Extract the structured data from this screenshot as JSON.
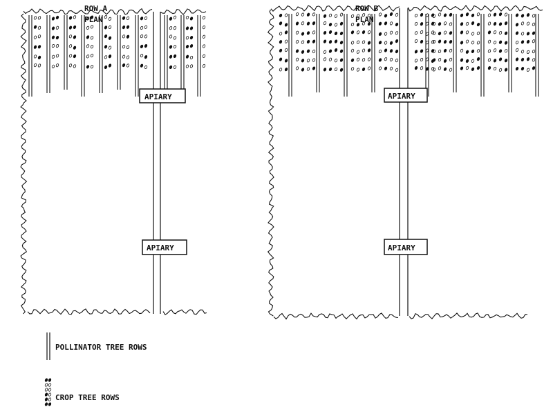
{
  "plans": [
    {
      "title_line1": "ROW   A",
      "title_line2": "PLAN",
      "apiary_labels": [
        "APIARY",
        "APIARY"
      ]
    },
    {
      "title_line1": "ROW  B",
      "title_line2": "PLAN",
      "apiary_labels": [
        "APIARY",
        "APIARY"
      ]
    }
  ],
  "legend": {
    "pollinator_label": "POLLINATOR TREE ROWS",
    "crop_label": "CROP TREE ROWS"
  },
  "colors": {
    "ink": "#111111",
    "background": "#ffffff"
  }
}
